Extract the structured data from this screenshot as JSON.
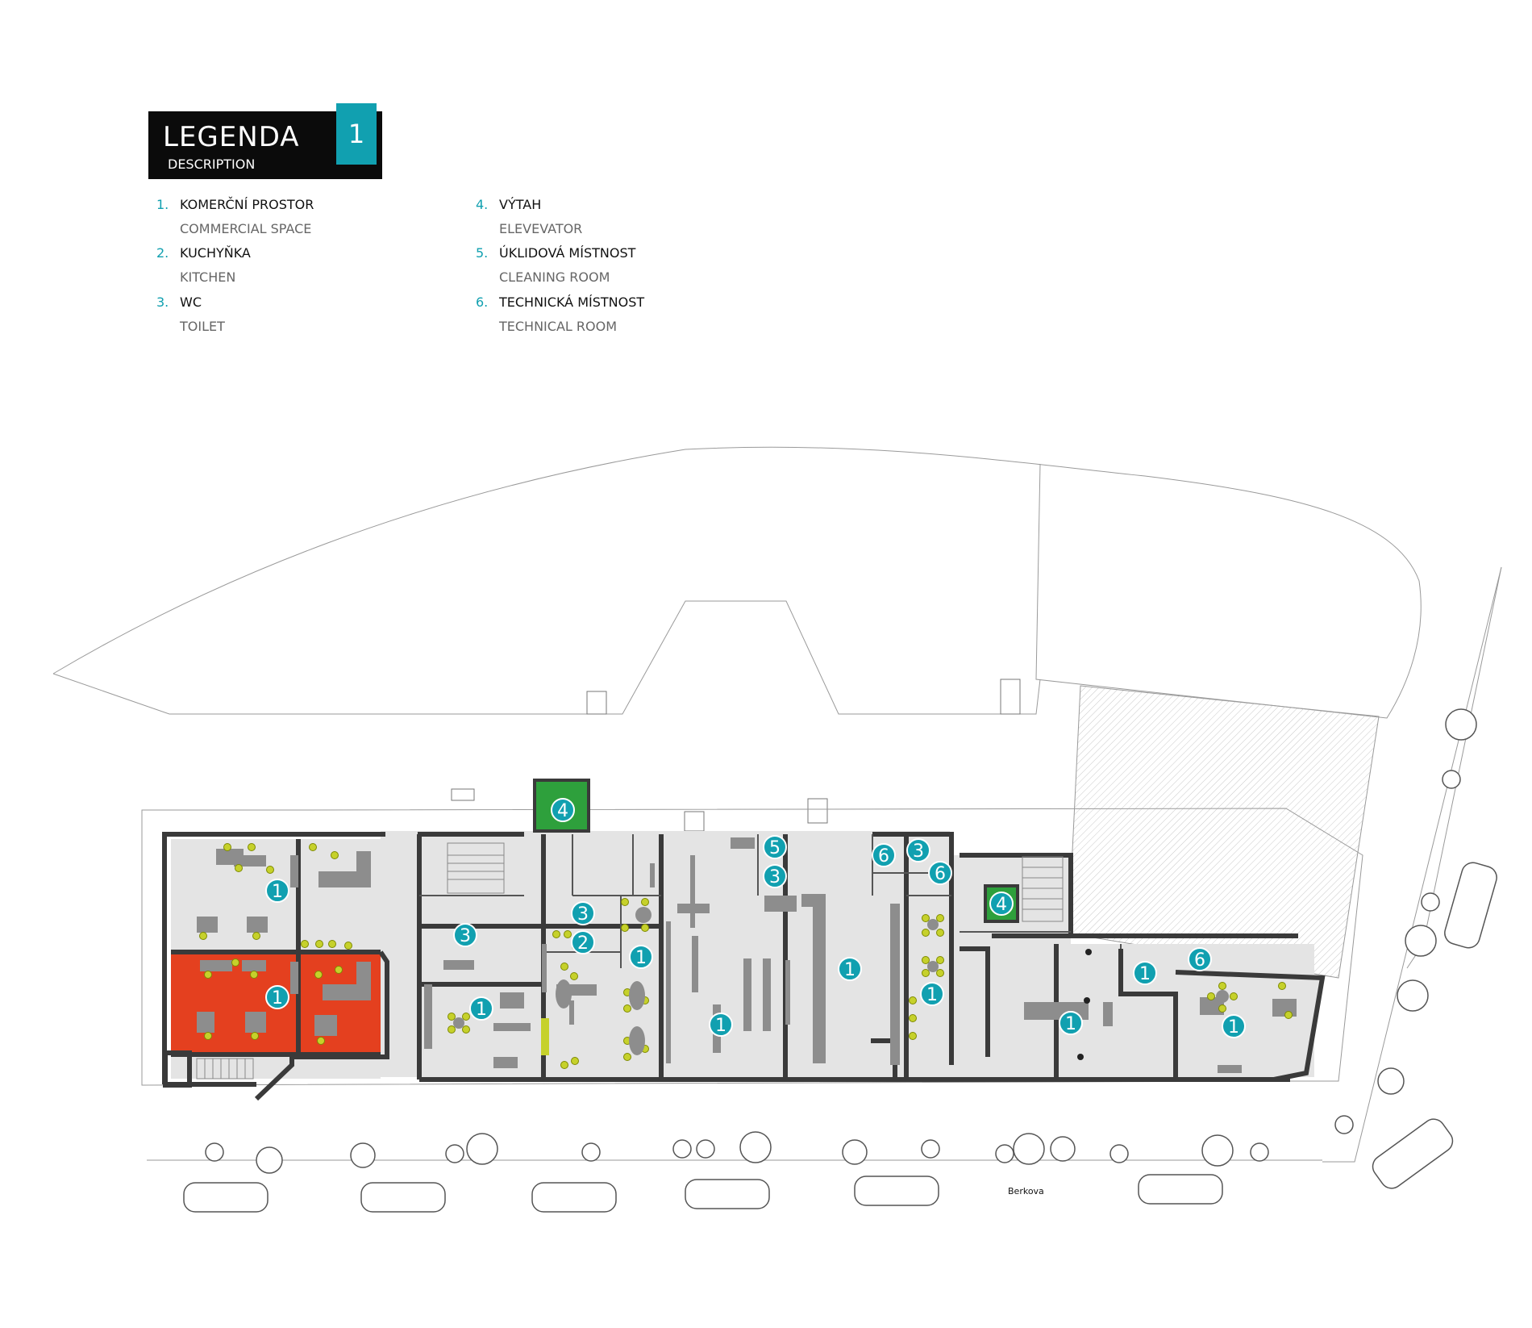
{
  "legend": {
    "title": "LEGENDA",
    "subtitle": "DESCRIPTION",
    "floor": "1",
    "items": [
      {
        "num": "1.",
        "cz": "KOMERČNÍ PROSTOR",
        "en": "COMMERCIAL SPACE"
      },
      {
        "num": "2.",
        "cz": "KUCHYŇKA",
        "en": "KITCHEN"
      },
      {
        "num": "3.",
        "cz": "WC",
        "en": "TOILET"
      },
      {
        "num": "4.",
        "cz": "VÝTAH",
        "en": "ELEVEVATOR"
      },
      {
        "num": "5.",
        "cz": "ÚKLIDOVÁ MÍSTNOST",
        "en": "CLEANING ROOM"
      },
      {
        "num": "6.",
        "cz": "TECHNICKÁ MÍSTNOST",
        "en": "TECHNICAL ROOM"
      }
    ]
  },
  "plan": {
    "street_name": "Berkova",
    "room_markers": [
      "1",
      "1",
      "4",
      "3",
      "2",
      "1",
      "1",
      "1",
      "5",
      "3",
      "6",
      "3",
      "6",
      "1",
      "4",
      "1",
      "1",
      "1",
      "6",
      "1",
      "1",
      "3"
    ],
    "colors": {
      "accent": "#11a0b0",
      "highlight": "#e4401f",
      "floor": "#e4e4e4",
      "wall": "#3a3a3a",
      "furniture": "#8d8d8d",
      "chair": "#c6d12b",
      "elevator": "#2ea03c"
    }
  }
}
